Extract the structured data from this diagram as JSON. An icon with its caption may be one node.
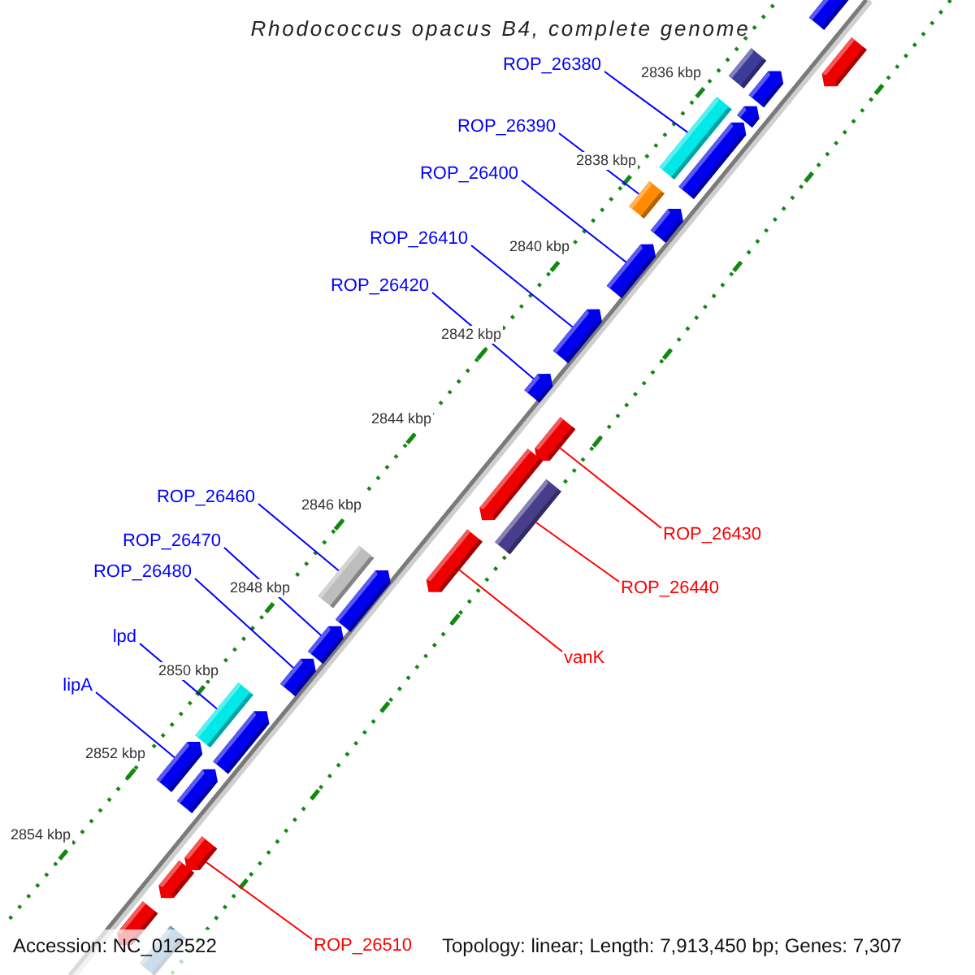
{
  "diagram": {
    "title": "Rhodococcus opacus B4, complete genome",
    "nodes": [
      {
        "text": [
          "ROP_26380"
        ]
      },
      {
        "text": [
          "ROP_26390"
        ]
      },
      {
        "text": [
          "ROP_26400"
        ]
      },
      {
        "text": [
          "ROP_26410"
        ]
      },
      {
        "text": [
          "ROP_26420"
        ]
      },
      {
        "text": [
          "ROP_26460"
        ]
      },
      {
        "text": [
          "ROP_26470"
        ]
      },
      {
        "text": [
          "ROP_26480"
        ]
      },
      {
        "text": [
          "lpd"
        ]
      },
      {
        "text": [
          "lipA"
        ]
      },
      {
        "text": [
          "ROP_26430"
        ]
      },
      {
        "text": [
          "ROP_26440"
        ]
      },
      {
        "text": [
          "vanK"
        ]
      },
      {
        "text": [
          "ROP_26510"
        ]
      },
      {
        "text": [],
        "shape": "arrow"
      },
      {
        "text": [],
        "shape": "arrow"
      },
      {
        "text": [],
        "shape": "box"
      },
      {
        "text": [],
        "shape": "arrow"
      },
      {
        "text": [],
        "shape": "arrow"
      },
      {
        "text": [],
        "shape": "box"
      },
      {
        "text": [],
        "shape": "arrow"
      },
      {
        "text": [],
        "shape": "box"
      },
      {
        "text": [],
        "shape": "arrow"
      },
      {
        "text": [],
        "shape": "arrow"
      },
      {
        "text": [],
        "shape": "arrow"
      },
      {
        "text": [],
        "shape": "arrow"
      },
      {
        "text": [],
        "shape": "arrow"
      },
      {
        "text": [],
        "shape": "arrow"
      },
      {
        "text": [],
        "shape": "box"
      },
      {
        "text": [],
        "shape": "arrow"
      },
      {
        "text": [],
        "shape": "box"
      },
      {
        "text": [],
        "shape": "arrow"
      },
      {
        "text": [],
        "shape": "arrow"
      },
      {
        "text": [],
        "shape": "arrow"
      },
      {
        "text": [],
        "shape": "box"
      },
      {
        "text": [],
        "shape": "arrow"
      },
      {
        "text": [],
        "shape": "arrow"
      },
      {
        "text": [],
        "shape": "arrow"
      },
      {
        "text": [],
        "shape": "arrow"
      },
      {
        "text": [],
        "shape": "arrow"
      },
      {
        "text": [],
        "shape": "arrow"
      },
      {
        "text": [],
        "shape": "box"
      }
    ],
    "edges": [
      {
        "from": 0,
        "to": 19,
        "arrow": "none"
      },
      {
        "from": 1,
        "to": 21,
        "arrow": "none"
      },
      {
        "from": 2,
        "to": 23,
        "arrow": "none"
      },
      {
        "from": 3,
        "to": 24,
        "arrow": "none"
      },
      {
        "from": 4,
        "to": 25,
        "arrow": "none"
      },
      {
        "from": 5,
        "to": 30,
        "arrow": "none"
      },
      {
        "from": 6,
        "to": 32,
        "arrow": "none"
      },
      {
        "from": 7,
        "to": 33,
        "arrow": "none"
      },
      {
        "from": 8,
        "to": 34,
        "arrow": "none"
      },
      {
        "from": 9,
        "to": 36,
        "arrow": "none"
      },
      {
        "from": 10,
        "to": 26,
        "arrow": "none",
        "color": "#ff0000"
      },
      {
        "from": 11,
        "to": 28,
        "arrow": "none",
        "color": "#ff0000"
      },
      {
        "from": 12,
        "to": 29,
        "arrow": "none",
        "color": "#ff0000"
      },
      {
        "from": 13,
        "to": 38,
        "arrow": "none",
        "color": "#ff0000"
      }
    ],
    "labels": [
      "2836 kbp",
      "2838 kbp",
      "2840 kbp",
      "2842 kbp",
      "2844 kbp",
      "2846 kbp",
      "2848 kbp",
      "2850 kbp",
      "2852 kbp",
      "2854 kbp",
      "Accession: NC_012522",
      "Topology: linear; Length: 7,913,450 bp; Genes: 7,307"
    ]
  }
}
